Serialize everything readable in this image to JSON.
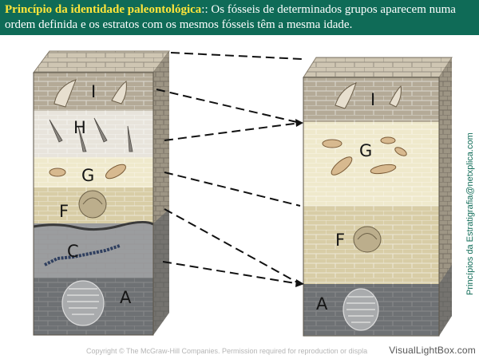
{
  "header": {
    "title": "Princípio da identidade paleontológica",
    "separator": ":: ",
    "text": "Os fósseis de determinados grupos aparecem numa ordem definida e os estratos com os mesmos fósseis têm a mesma idade."
  },
  "side_label": "Princípios da Estratigrafia@netxplica.com",
  "copyright": "Copyright © The McGraw-Hill Companies. Permission required for reproduction or displa",
  "watermark": "VisualLightBox.com",
  "left_column": {
    "layers": [
      "I",
      "H",
      "G",
      "F",
      "C",
      "A"
    ]
  },
  "right_column": {
    "layers": [
      "I",
      "G",
      "F",
      "A"
    ]
  },
  "colors": {
    "header_bg": "#0f6b57",
    "title": "#ffe53a",
    "layer_I": "#b4aa97",
    "layer_H": "#e8e4dc",
    "layer_G": "#efe9cc",
    "layer_F": "#d8cda6",
    "layer_gray": "#9b9d9f",
    "layer_A": "#6e7174"
  }
}
